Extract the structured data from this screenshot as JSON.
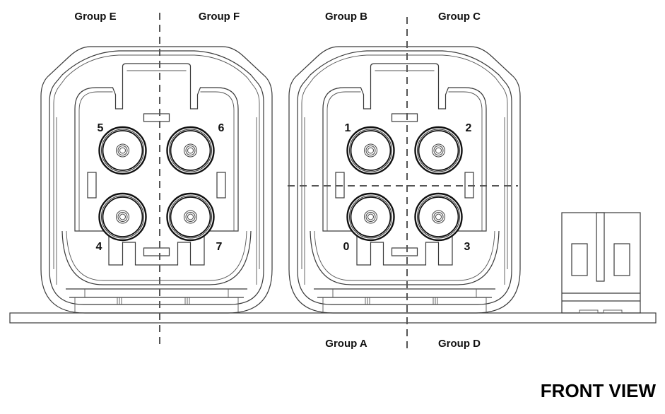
{
  "title": "FRONT VIEW",
  "groups": {
    "E": "Group E",
    "F": "Group F",
    "B": "Group B",
    "C": "Group C",
    "A": "Group A",
    "D": "Group D"
  },
  "connectors": [
    {
      "name": "left-connector",
      "pins": {
        "top_left": "5",
        "top_right": "6",
        "bottom_left": "4",
        "bottom_right": "7"
      }
    },
    {
      "name": "right-connector",
      "pins": {
        "top_left": "1",
        "top_right": "2",
        "bottom_left": "0",
        "bottom_right": "3"
      }
    }
  ],
  "colors": {
    "line": "#3a3a3a",
    "dash": "#555555",
    "text": "#111111",
    "background": "#ffffff"
  }
}
